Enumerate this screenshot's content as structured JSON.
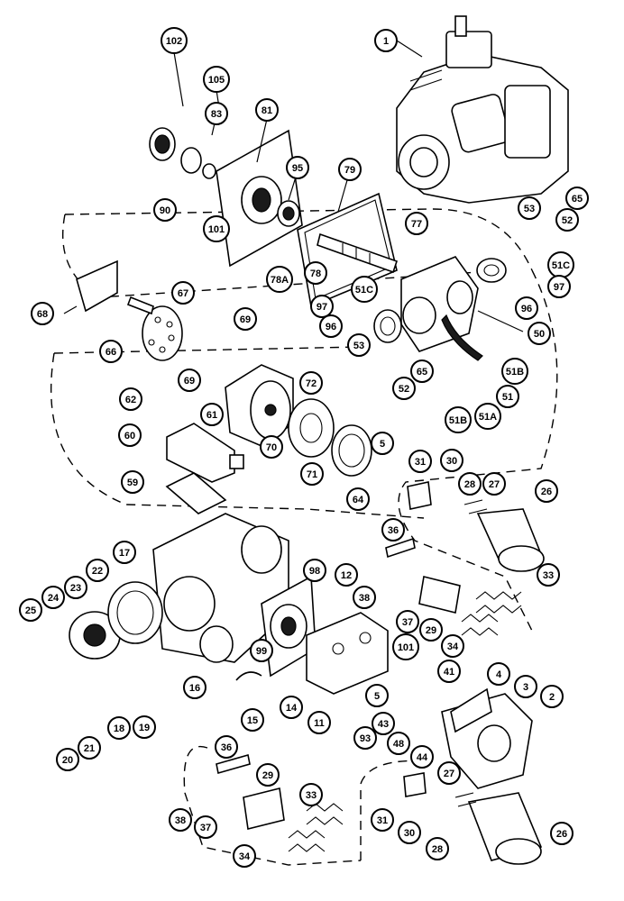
{
  "colors": {
    "ink": "#000000",
    "paper": "#ffffff"
  },
  "callouts": [
    {
      "id": "c-102",
      "text": "102"
    },
    {
      "id": "c-105",
      "text": "105"
    },
    {
      "id": "c-83",
      "text": "83"
    },
    {
      "id": "c-81",
      "text": "81"
    },
    {
      "id": "c-1",
      "text": "1"
    },
    {
      "id": "c-95",
      "text": "95"
    },
    {
      "id": "c-79",
      "text": "79"
    },
    {
      "id": "c-90",
      "text": "90"
    },
    {
      "id": "c-101a",
      "text": "101"
    },
    {
      "id": "c-78A",
      "text": "78A"
    },
    {
      "id": "c-78",
      "text": "78"
    },
    {
      "id": "c-77",
      "text": "77"
    },
    {
      "id": "c-53a",
      "text": "53"
    },
    {
      "id": "c-65a",
      "text": "65"
    },
    {
      "id": "c-52a",
      "text": "52"
    },
    {
      "id": "c-51Ca",
      "text": "51C"
    },
    {
      "id": "c-97a",
      "text": "97"
    },
    {
      "id": "c-96a",
      "text": "96"
    },
    {
      "id": "c-51Cb",
      "text": "51C"
    },
    {
      "id": "c-97b",
      "text": "97"
    },
    {
      "id": "c-96b",
      "text": "96"
    },
    {
      "id": "c-50",
      "text": "50"
    },
    {
      "id": "c-68",
      "text": "68"
    },
    {
      "id": "c-67",
      "text": "67"
    },
    {
      "id": "c-66",
      "text": "66"
    },
    {
      "id": "c-69a",
      "text": "69"
    },
    {
      "id": "c-53b",
      "text": "53"
    },
    {
      "id": "c-65b",
      "text": "65"
    },
    {
      "id": "c-52b",
      "text": "52"
    },
    {
      "id": "c-51B",
      "text": "51B"
    },
    {
      "id": "c-51",
      "text": "51"
    },
    {
      "id": "c-51Bb",
      "text": "51B"
    },
    {
      "id": "c-51A",
      "text": "51A"
    },
    {
      "id": "c-69b",
      "text": "69"
    },
    {
      "id": "c-72",
      "text": "72"
    },
    {
      "id": "c-62",
      "text": "62"
    },
    {
      "id": "c-61",
      "text": "61"
    },
    {
      "id": "c-60",
      "text": "60"
    },
    {
      "id": "c-70",
      "text": "70"
    },
    {
      "id": "c-71",
      "text": "71"
    },
    {
      "id": "c-5a",
      "text": "5"
    },
    {
      "id": "c-64",
      "text": "64"
    },
    {
      "id": "c-59",
      "text": "59"
    },
    {
      "id": "c-31a",
      "text": "31"
    },
    {
      "id": "c-30a",
      "text": "30"
    },
    {
      "id": "c-28a",
      "text": "28"
    },
    {
      "id": "c-27a",
      "text": "27"
    },
    {
      "id": "c-26a",
      "text": "26"
    },
    {
      "id": "c-36a",
      "text": "36"
    },
    {
      "id": "c-17",
      "text": "17"
    },
    {
      "id": "c-98",
      "text": "98"
    },
    {
      "id": "c-12",
      "text": "12"
    },
    {
      "id": "c-22",
      "text": "22"
    },
    {
      "id": "c-23",
      "text": "23"
    },
    {
      "id": "c-24",
      "text": "24"
    },
    {
      "id": "c-25",
      "text": "25"
    },
    {
      "id": "c-38a",
      "text": "38"
    },
    {
      "id": "c-33a",
      "text": "33"
    },
    {
      "id": "c-37a",
      "text": "37"
    },
    {
      "id": "c-29a",
      "text": "29"
    },
    {
      "id": "c-34a",
      "text": "34"
    },
    {
      "id": "c-99",
      "text": "99"
    },
    {
      "id": "c-101b",
      "text": "101"
    },
    {
      "id": "c-41",
      "text": "41"
    },
    {
      "id": "c-4",
      "text": "4"
    },
    {
      "id": "c-3",
      "text": "3"
    },
    {
      "id": "c-2",
      "text": "2"
    },
    {
      "id": "c-16",
      "text": "16"
    },
    {
      "id": "c-14",
      "text": "14"
    },
    {
      "id": "c-5b",
      "text": "5"
    },
    {
      "id": "c-18",
      "text": "18"
    },
    {
      "id": "c-19",
      "text": "19"
    },
    {
      "id": "c-15",
      "text": "15"
    },
    {
      "id": "c-11",
      "text": "11"
    },
    {
      "id": "c-43",
      "text": "43"
    },
    {
      "id": "c-20",
      "text": "20"
    },
    {
      "id": "c-21",
      "text": "21"
    },
    {
      "id": "c-93",
      "text": "93"
    },
    {
      "id": "c-48",
      "text": "48"
    },
    {
      "id": "c-44",
      "text": "44"
    },
    {
      "id": "c-36b",
      "text": "36"
    },
    {
      "id": "c-29b",
      "text": "29"
    },
    {
      "id": "c-27b",
      "text": "27"
    },
    {
      "id": "c-33b",
      "text": "33"
    },
    {
      "id": "c-31b",
      "text": "31"
    },
    {
      "id": "c-38b",
      "text": "38"
    },
    {
      "id": "c-37b",
      "text": "37"
    },
    {
      "id": "c-30b",
      "text": "30"
    },
    {
      "id": "c-26b",
      "text": "26"
    },
    {
      "id": "c-28b",
      "text": "28"
    },
    {
      "id": "c-34b",
      "text": "34"
    }
  ]
}
